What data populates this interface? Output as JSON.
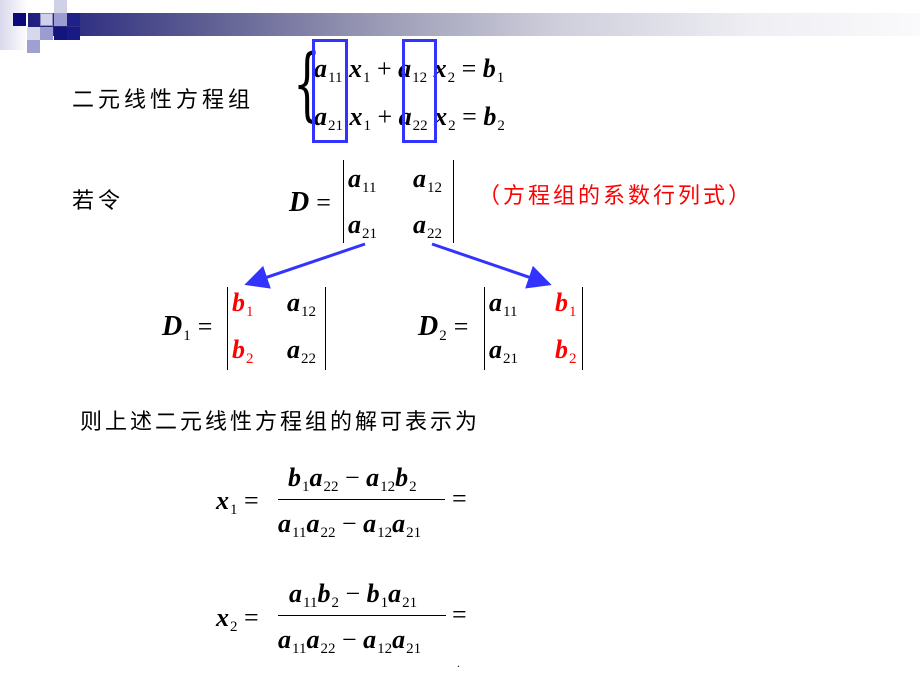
{
  "slide": {
    "background": "#ffffff",
    "banner_gradient": [
      "#14147a",
      "#fafafc"
    ],
    "accent_colors": {
      "highlight_box": "#3333ff",
      "arrow": "#3333ff",
      "emphasis": "#ff0000"
    }
  },
  "intro": {
    "label": "二元线性方程组",
    "equations": [
      {
        "c1": "a",
        "c1_sub": "11",
        "v1": "x",
        "v1_sub": "1",
        "plus": "+",
        "c2": "a",
        "c2_sub": "12",
        "v2": "x",
        "v2_sub": "2",
        "eq": "=",
        "rhs": "b",
        "rhs_sub": "1"
      },
      {
        "c1": "a",
        "c1_sub": "21",
        "v1": "x",
        "v1_sub": "1",
        "plus": "+",
        "c2": "a",
        "c2_sub": "22",
        "v2": "x",
        "v2_sub": "2",
        "eq": "=",
        "rhs": "b",
        "rhs_sub": "2"
      }
    ]
  },
  "definition": {
    "label": "若令",
    "lhs": "D",
    "eq": "=",
    "matrix": [
      [
        "a",
        "11",
        "a",
        "12"
      ],
      [
        "a",
        "21",
        "a",
        "22"
      ]
    ],
    "note": "（方程组的系数行列式）"
  },
  "d1": {
    "lhs": "D",
    "lhs_sub": "1",
    "eq": "=",
    "cells": {
      "r1c1": "b",
      "r1c1_sub": "1",
      "r1c2": "a",
      "r1c2_sub": "12",
      "r2c1": "b",
      "r2c1_sub": "2",
      "r2c2": "a",
      "r2c2_sub": "22"
    }
  },
  "d2": {
    "lhs": "D",
    "lhs_sub": "2",
    "eq": "=",
    "cells": {
      "r1c1": "a",
      "r1c1_sub": "11",
      "r1c2": "b",
      "r1c2_sub": "1",
      "r2c1": "a",
      "r2c1_sub": "21",
      "r2c2": "b",
      "r2c2_sub": "2"
    }
  },
  "solution": {
    "label": "则上述二元线性方程组的解可表示为",
    "x1": {
      "lhs": "x",
      "lhs_sub": "1",
      "eq": "=",
      "num": [
        [
          "b",
          "1"
        ],
        [
          "a",
          "22"
        ],
        [
          "−",
          ""
        ],
        [
          "a",
          "12"
        ],
        [
          "b",
          "2"
        ]
      ],
      "den": [
        [
          "a",
          "11"
        ],
        [
          "a",
          "22"
        ],
        [
          "−",
          ""
        ],
        [
          "a",
          "12"
        ],
        [
          "a",
          "21"
        ]
      ],
      "trail": "="
    },
    "x2": {
      "lhs": "x",
      "lhs_sub": "2",
      "eq": "=",
      "num": [
        [
          "a",
          "11"
        ],
        [
          "b",
          "2"
        ],
        [
          "−",
          ""
        ],
        [
          "b",
          "1"
        ],
        [
          "a",
          "21"
        ]
      ],
      "den": [
        [
          "a",
          "11"
        ],
        [
          "a",
          "22"
        ],
        [
          "−",
          ""
        ],
        [
          "a",
          "12"
        ],
        [
          "a",
          "21"
        ]
      ],
      "trail": "="
    }
  },
  "footer": {
    "dot": "."
  }
}
